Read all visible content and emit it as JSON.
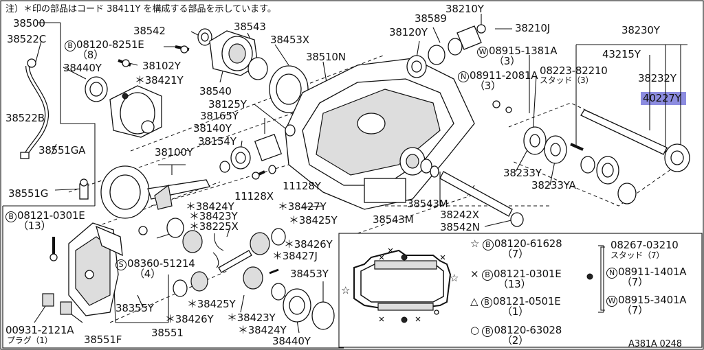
{
  "note": "注）＊印の部品はコード 38411Y を構成する部品を示しています。",
  "labels": {
    "p38500": "38500",
    "p38522C": "38522C",
    "b08120_8251E": "08120-8251E",
    "q8": "（8）",
    "p38542": "38542",
    "p38543": "38543",
    "p38453X": "38453X",
    "p38510N": "38510N",
    "p38102Y": "38102Y",
    "p38440Y_a": "38440Y",
    "p38421Y": "＊38421Y",
    "p38540": "38540",
    "p38125Y": "38125Y",
    "p38165Y": "38165Y",
    "p38140Y": "38140Y",
    "p38154Y": "38154Y",
    "p38522B": "38522B",
    "p38551GA": "38551GA",
    "p38100Y": "38100Y",
    "p11128Y": "11128Y",
    "p11128X": "11128X",
    "p38551G": "38551G",
    "p38424Y_a": "＊38424Y",
    "p38423Y_a": "＊38423Y",
    "p38225X": "＊38225X",
    "b08121_0301E_a": "08121-0301E",
    "q13_a": "（13）",
    "p38427Y": "＊38427Y",
    "p38425Y_a": "＊38425Y",
    "p38426Y_a": "＊38426Y",
    "p38427J": "＊38427J",
    "s08360_51214": "08360-51214",
    "q4": "（4）",
    "p38453Y": "38453Y",
    "p38355Y": "38355Y",
    "p38425Y_b": "＊38425Y",
    "p38426Y_b": "＊38426Y",
    "p38423Y_b": "＊38423Y",
    "p00931_2121A": "00931-2121A",
    "plug1": "プラグ（1）",
    "p38551F": "38551F",
    "p38551": "38551",
    "p38424Y_b": "＊38424Y",
    "p38440Y_b": "38440Y",
    "p38210Y": "38210Y",
    "p38589": "38589",
    "p38120Y": "38120Y",
    "p38210J": "38210J",
    "w08915_1381A": "08915-1381A",
    "q3_a": "（3）",
    "n08911_2081A": "08911-2081A",
    "q3_b": "（3）",
    "p08223_82210": "08223-82210",
    "stud3": "スタッド（3）",
    "p38230Y": "38230Y",
    "p43215Y": "43215Y",
    "p38232Y": "38232Y",
    "p40227Y": "40227Y",
    "p38233Y": "38233Y",
    "p38233YA": "38233YA",
    "p38543M_a": "38543M",
    "p38543M_b": "38543M",
    "p38242X": "38242X",
    "p38542N": "38542N",
    "star_b08120_61628": "08120-61628",
    "q7_a": "（7）",
    "x_b08121_0301E": "08121-0301E",
    "q13_b": "（13）",
    "tri_b08121_0501E": "08121-0501E",
    "q1": "（1）",
    "circ_b08120_63028": "08120-63028",
    "q2": "（2）",
    "p08267_03210": "08267-03210",
    "stud7": "スタッド（7）",
    "n08911_1401A": "08911-1401A",
    "q7_b": "（7）",
    "w08915_3401A": "08915-3401A",
    "q7_c": "（7）",
    "code": "A381A 0248"
  },
  "symbols": {
    "star": "☆",
    "cross": "×",
    "triangle": "△",
    "circle": "○",
    "b": "B",
    "n": "N",
    "w": "W",
    "s": "S"
  },
  "colors": {
    "highlight": "#8c8ce0"
  }
}
